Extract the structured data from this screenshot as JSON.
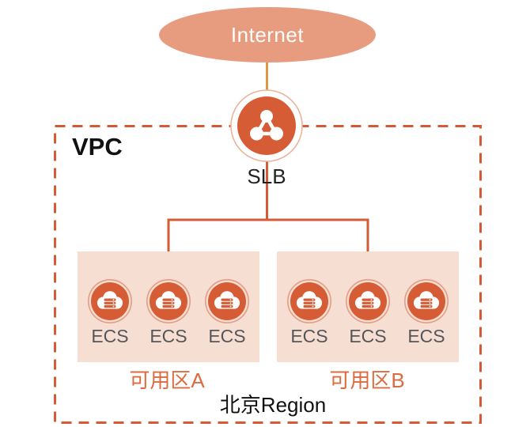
{
  "internet": {
    "label": "Internet"
  },
  "vpc": {
    "label": "VPC"
  },
  "slb": {
    "label": "SLB",
    "icon": "load-balancer-icon"
  },
  "zones": [
    {
      "label": "可用区A",
      "servers": [
        {
          "label": "ECS"
        },
        {
          "label": "ECS"
        },
        {
          "label": "ECS"
        }
      ]
    },
    {
      "label": "可用区B",
      "servers": [
        {
          "label": "ECS"
        },
        {
          "label": "ECS"
        },
        {
          "label": "ECS"
        }
      ]
    }
  ],
  "region": {
    "label": "北京Region"
  },
  "icons": {
    "ecs": "ecs-cloud-server-icon",
    "slb": "load-balancer-icon"
  },
  "colors": {
    "accent": "#d45b36",
    "internet_ellipse": "#e89c7f",
    "internet_slb_line": "#dd9743",
    "zone_fill": "#f7ded3",
    "zone_label": "#dc6b40",
    "ecs_text": "#55565a",
    "text_dark": "#111111"
  }
}
